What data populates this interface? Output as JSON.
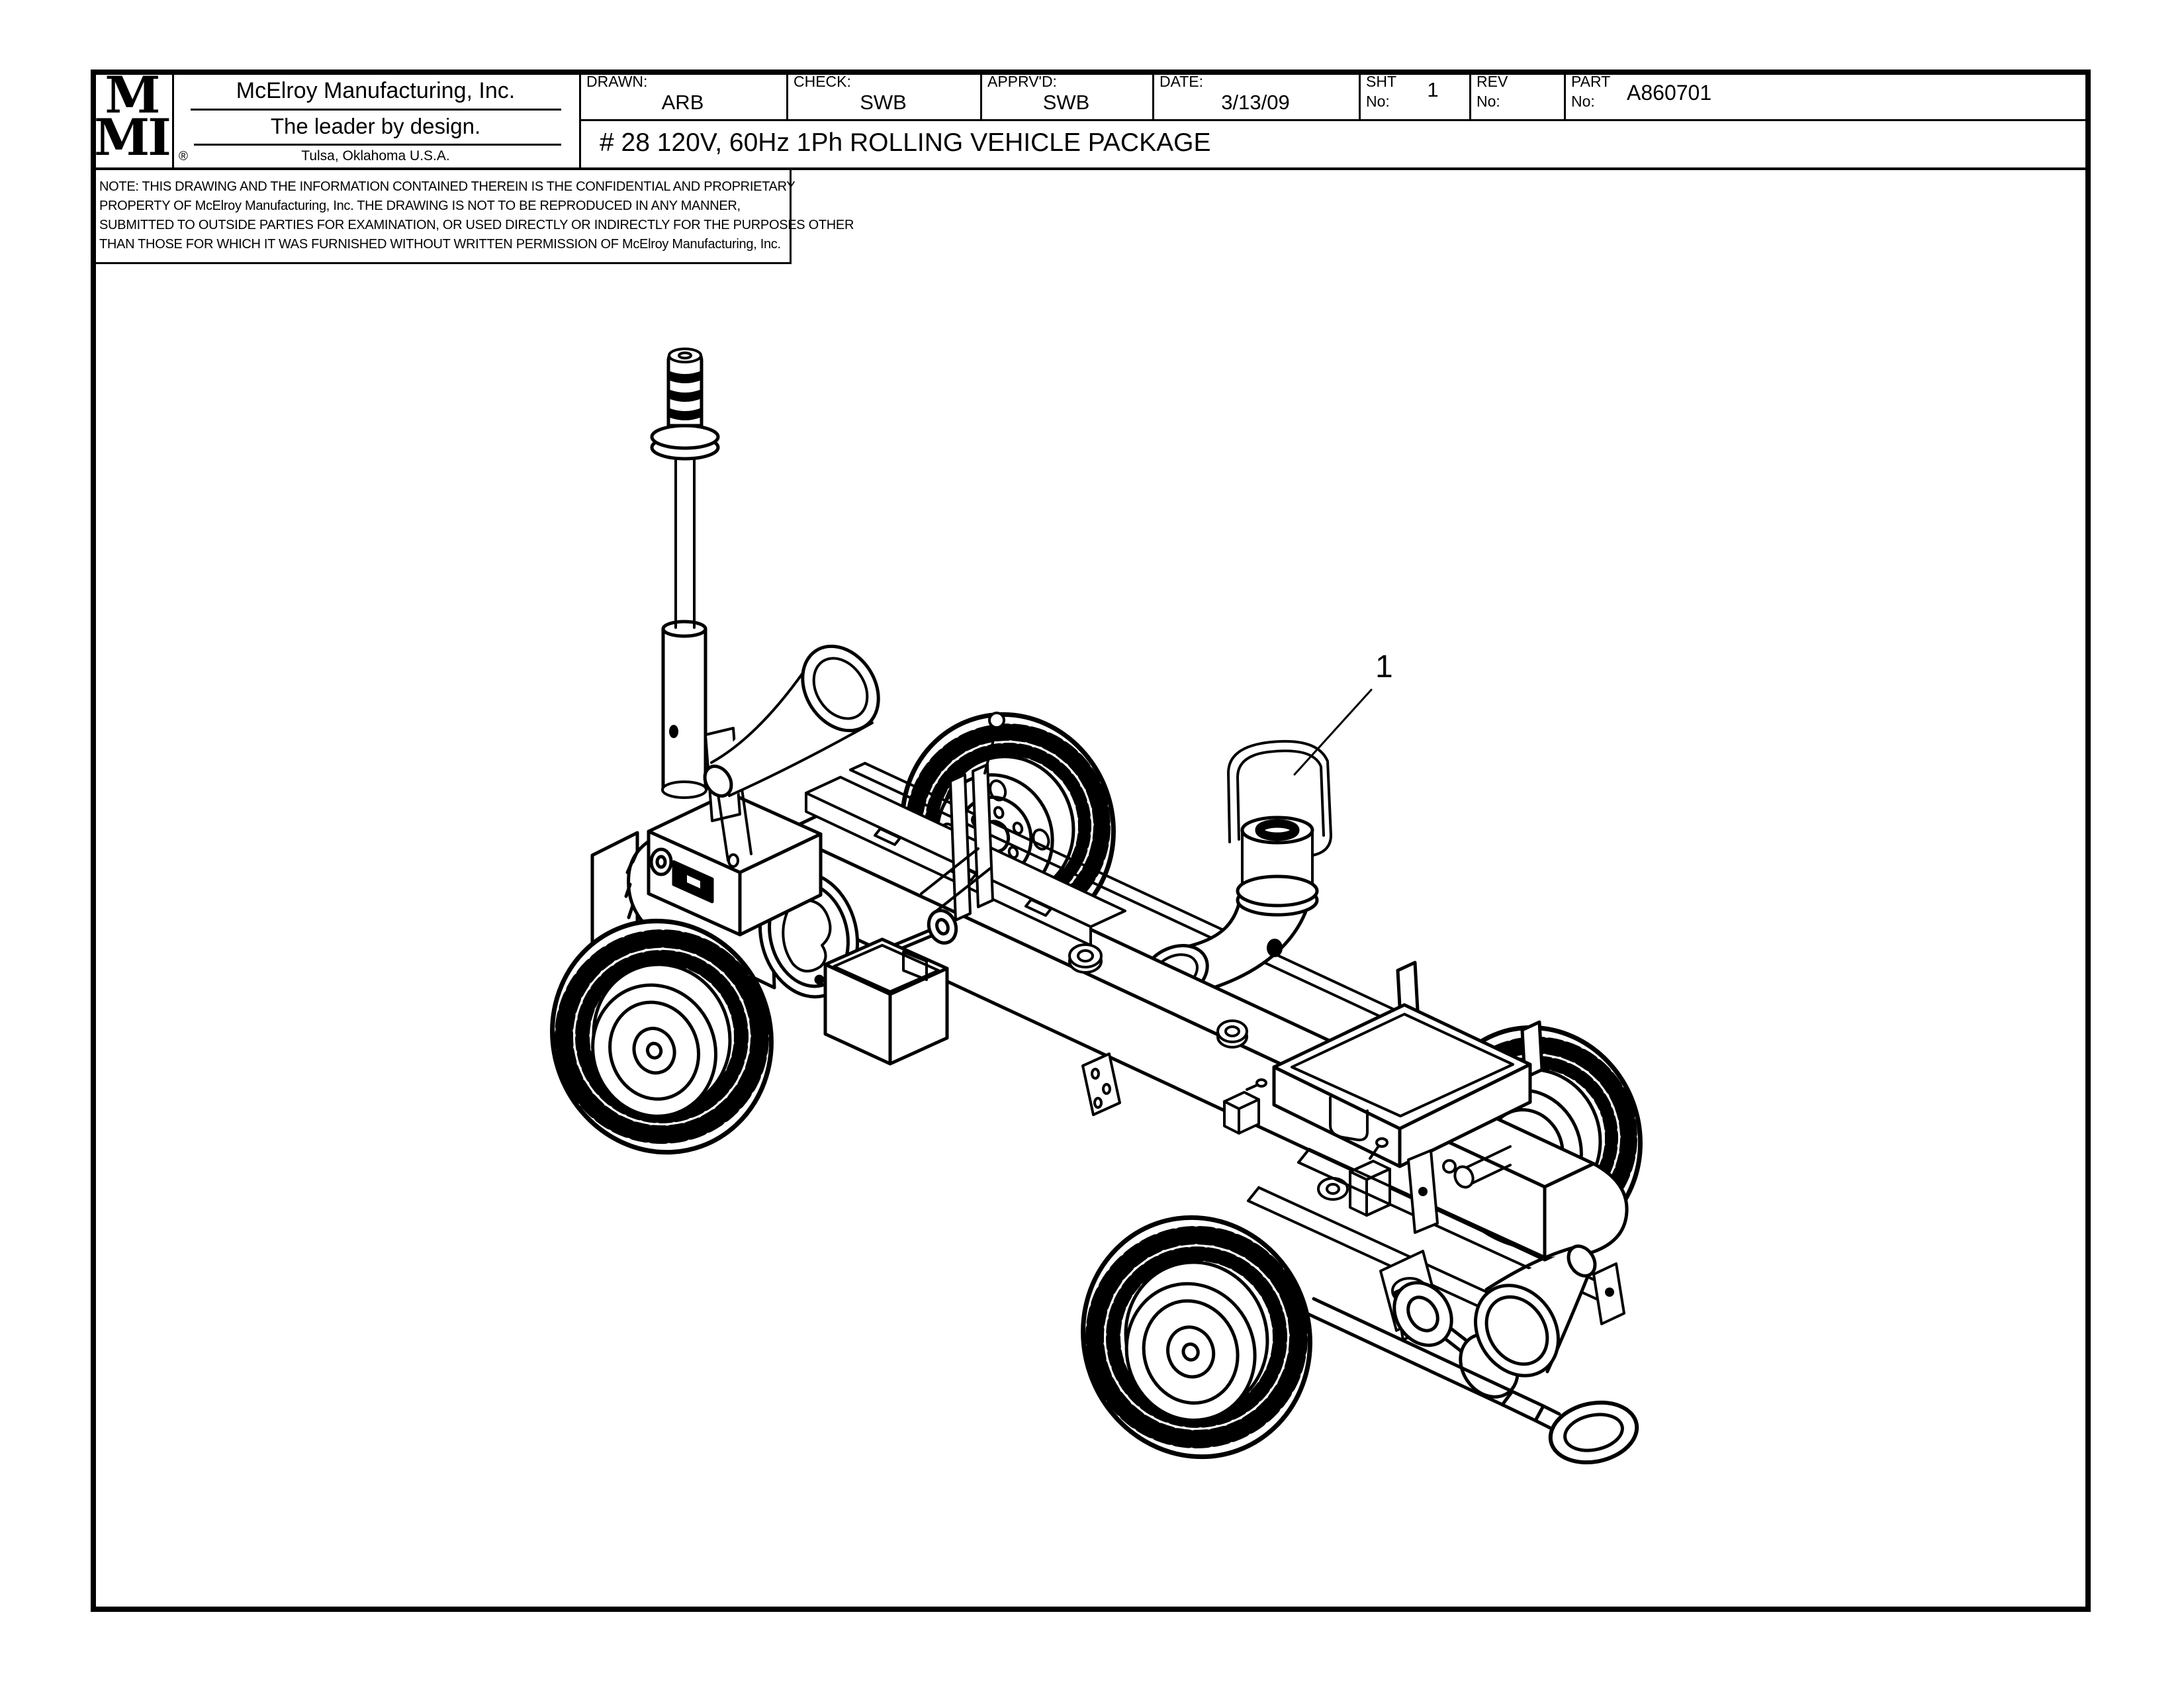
{
  "sheet": {
    "paper_color": "#ffffff",
    "ink_color": "#000000"
  },
  "title_block": {
    "logo": {
      "line1": "M",
      "line2": "MI",
      "registered": "®"
    },
    "company": {
      "name": "McElroy Manufacturing, Inc.",
      "tagline": "The leader by design.",
      "location": "Tulsa, Oklahoma U.S.A."
    },
    "fields": {
      "drawn": {
        "label": "DRAWN:",
        "value": "ARB"
      },
      "check": {
        "label": "CHECK:",
        "value": "SWB"
      },
      "apprvd": {
        "label": "APPRV'D:",
        "value": "SWB"
      },
      "date": {
        "label": "DATE:",
        "value": "3/13/09"
      },
      "sht": {
        "label": "SHT",
        "label2": "No:",
        "value": "1"
      },
      "rev": {
        "label": "REV",
        "label2": "No:",
        "value": ""
      },
      "part": {
        "label": "PART",
        "label2": "No:",
        "value": "A860701"
      }
    },
    "drawing_title": "# 28 120V, 60Hz 1Ph ROLLING VEHICLE PACKAGE"
  },
  "note": {
    "lines": [
      "NOTE: THIS DRAWING AND THE INFORMATION CONTAINED THEREIN IS THE CONFIDENTIAL AND PROPRIETARY",
      "PROPERTY OF McElroy Manufacturing, Inc. THE DRAWING IS NOT TO BE REPRODUCED IN ANY MANNER,",
      "SUBMITTED TO OUTSIDE PARTIES FOR EXAMINATION, OR USED DIRECTLY OR INDIRECTLY FOR THE PURPOSES OTHER",
      "THAN THOSE FOR WHICH IT WAS FURNISHED WITHOUT WRITTEN PERMISSION OF McElroy Manufacturing, Inc."
    ]
  },
  "drawing": {
    "callouts": [
      {
        "label": "1"
      }
    ]
  }
}
